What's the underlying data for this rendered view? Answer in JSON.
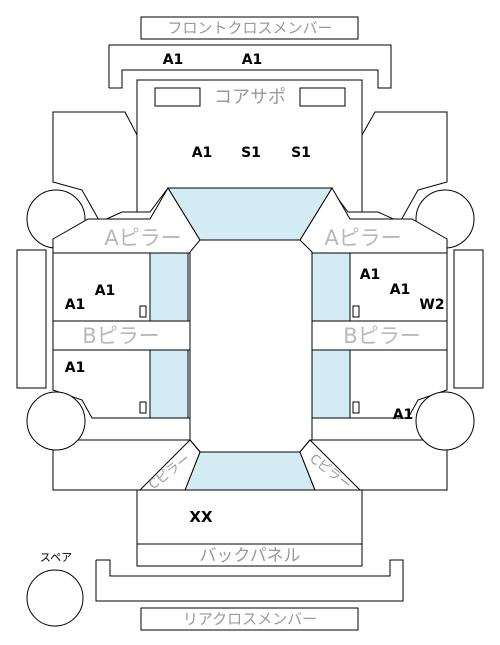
{
  "labels": {
    "front_cross_member": "フロントクロスメンバー",
    "core_support": "コアサポ",
    "a_pillar": "Aピラー",
    "b_pillar": "Bピラー",
    "c_pillar": "Cピラー",
    "back_panel": "バックパネル",
    "rear_cross_member": "リアクロスメンバー",
    "spare": "スペア"
  },
  "codes": {
    "front_member_left": "A1",
    "front_member_right": "A1",
    "hood_left": "A1",
    "hood_mid": "S1",
    "hood_right": "S1",
    "front_left_door_top": "A1",
    "front_left_door_bottom": "A1",
    "front_right_door_top": "A1",
    "front_right_door_mid": "A1",
    "front_right_door_window": "W2",
    "rear_left_door": "A1",
    "rear_right_wheel": "A1",
    "trunk": "XX"
  },
  "colors": {
    "glass": "#d3ebf2",
    "line": "#000000",
    "label_gray": "#9a9a9a"
  }
}
